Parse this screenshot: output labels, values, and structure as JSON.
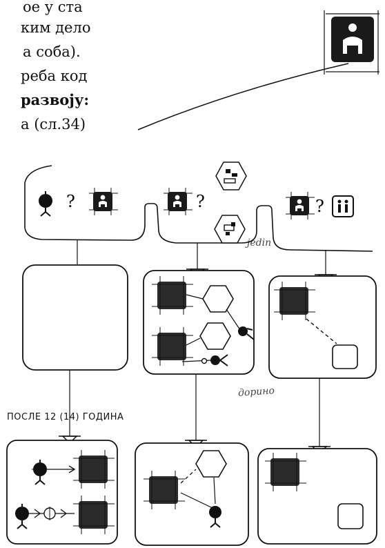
{
  "text_lines": [
    "ое у ста",
    "ким дело",
    "а соба).",
    "реба код",
    "развоју:",
    "а (сл.34)"
  ],
  "handwritten": {
    "caption": "ПОСЛЕ 12 (14) ГОДИНА",
    "note_top": "jedin",
    "note_mid": "дорино"
  },
  "question_mark": "?",
  "icons": {
    "child": "child-icon",
    "adult": "adult-figure-icon",
    "couple": "two-persons-icon",
    "furniture": "furniture-plan-icon"
  },
  "colors": {
    "ink": "#111111",
    "fill_dark": "#1a1a1a",
    "room_dark": "#2b2b2b"
  }
}
